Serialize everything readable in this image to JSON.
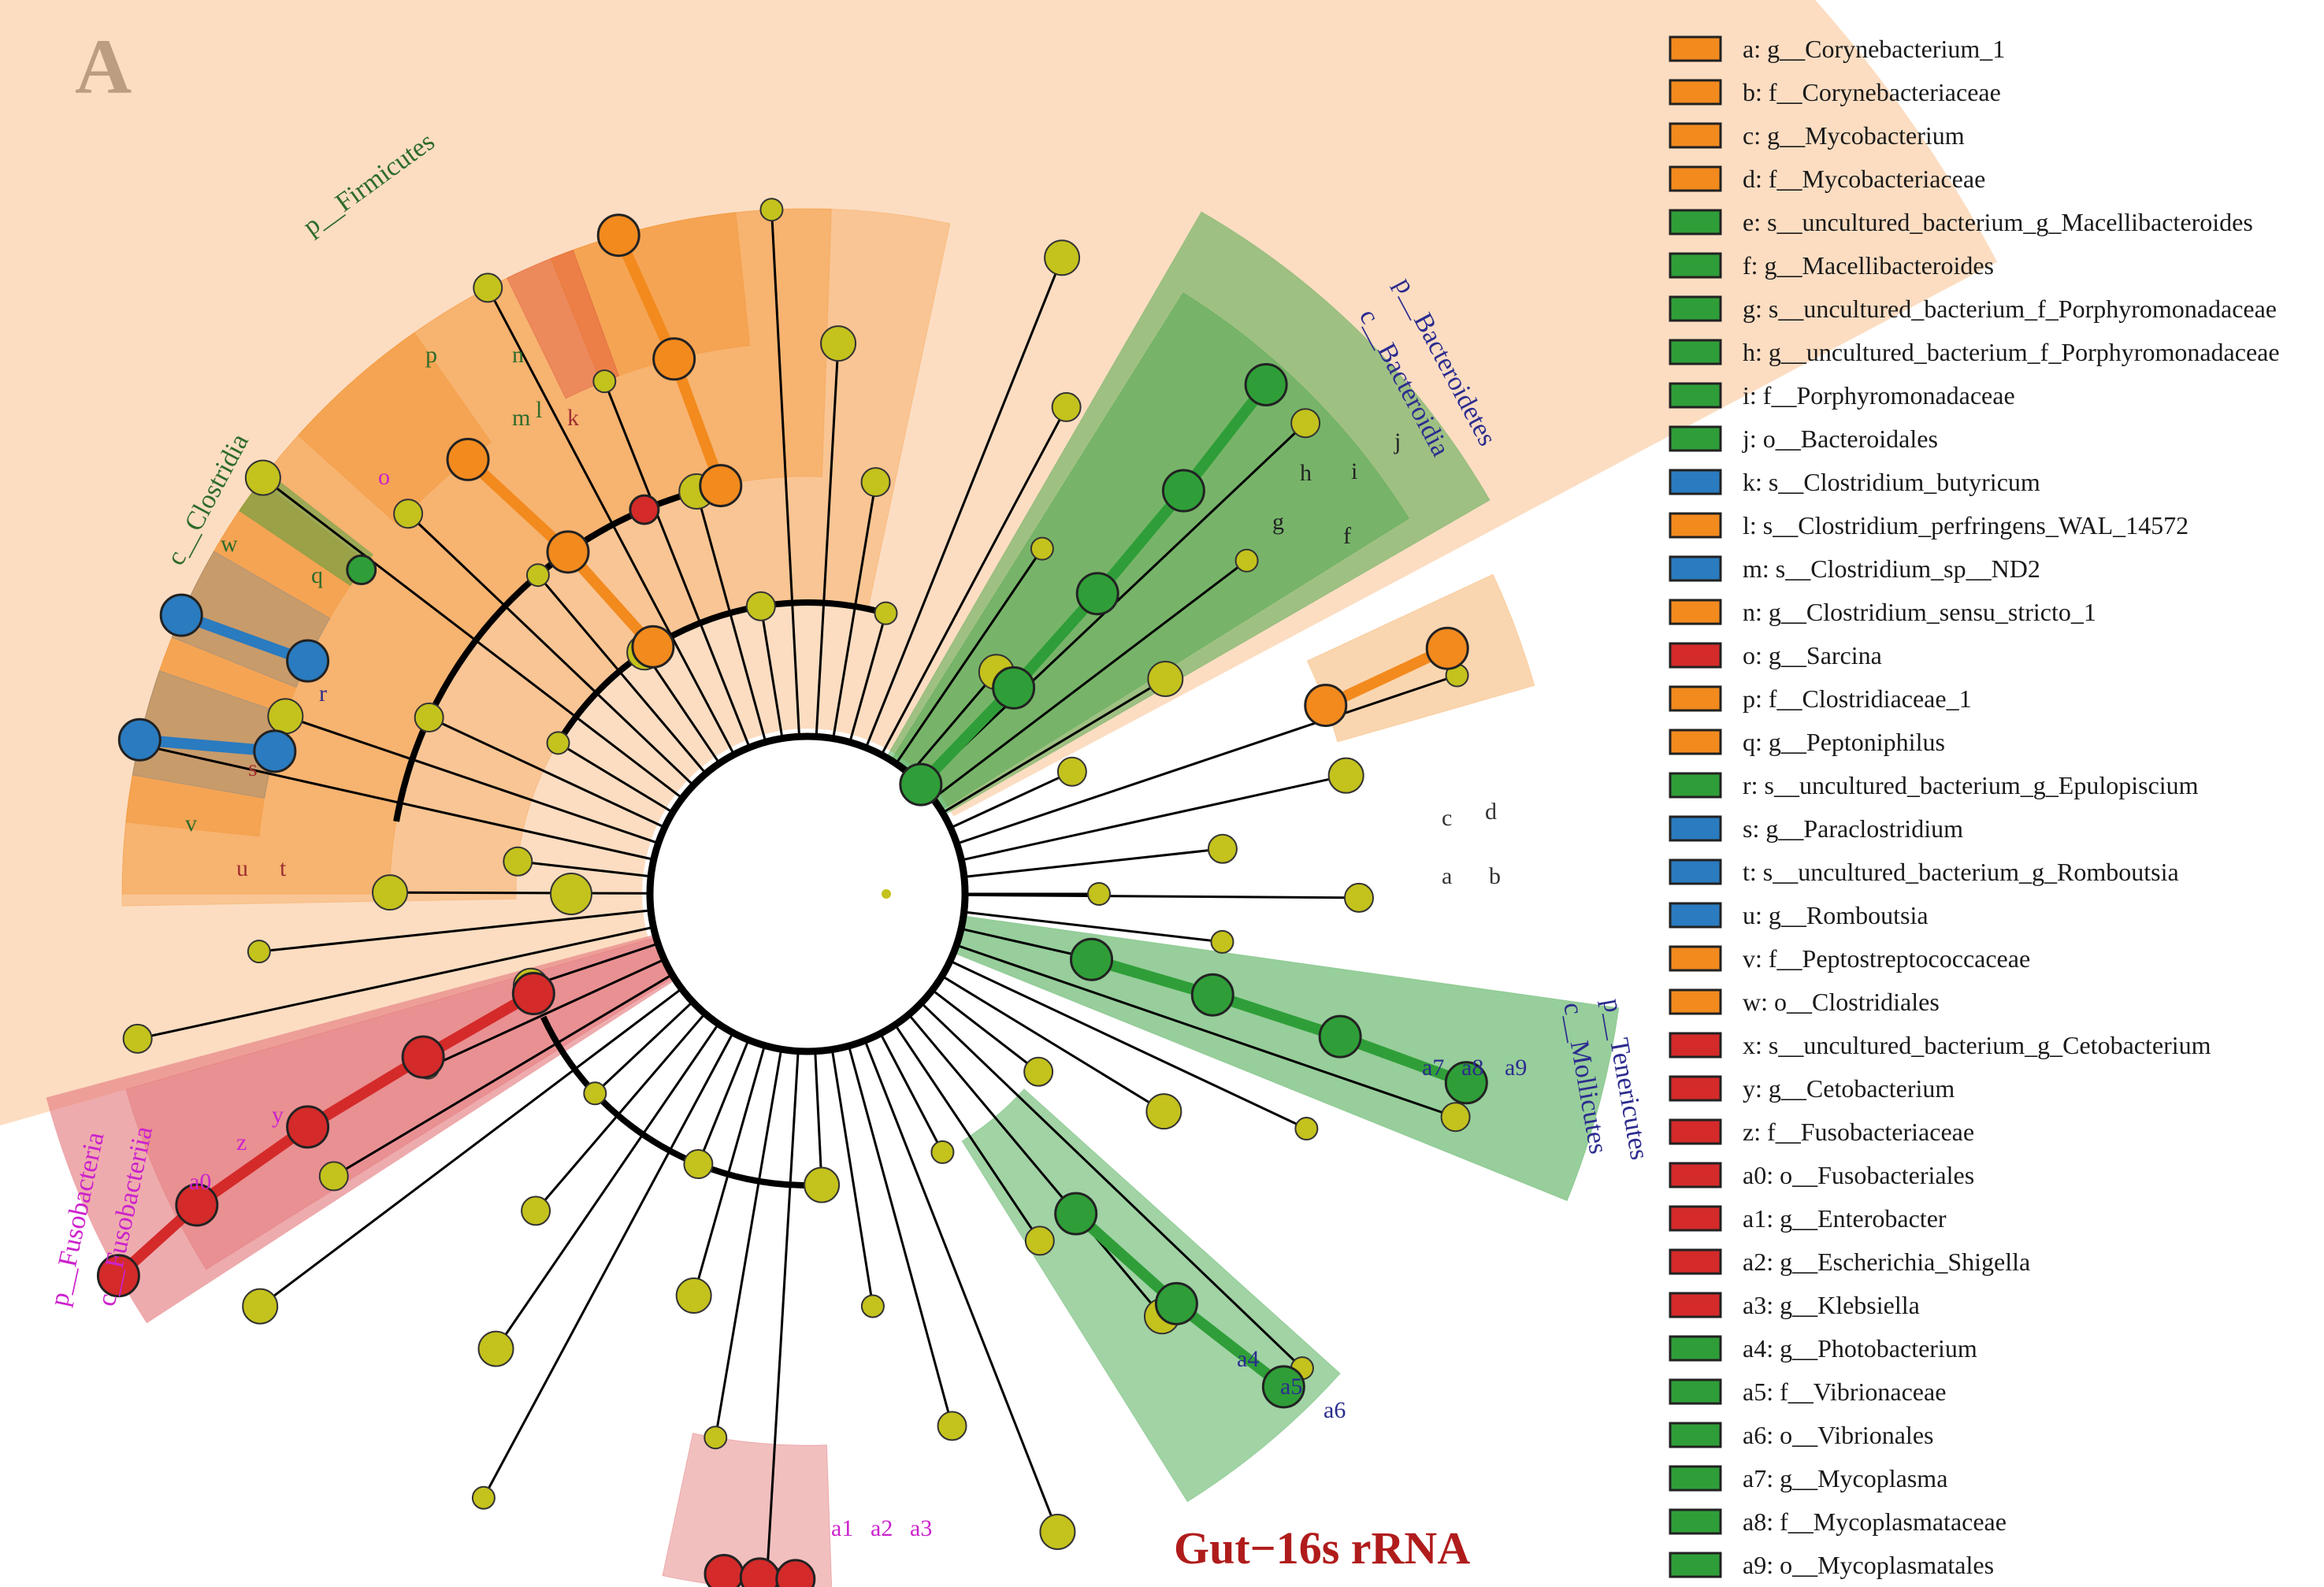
{
  "panel_letter": "A",
  "title": "Gut−16s rRNA",
  "colors": {
    "orange": "#f28a1e",
    "orange_light": "#fbd2ad",
    "green": "#2f9e38",
    "blue": "#2a7bbf",
    "red": "#d42a2a",
    "red_light": "#f3c3c8",
    "neutral_node": "#c4c21c",
    "firmicutes_text": "#2e6b2a",
    "bacteroidetes_text": "#2c2c8e",
    "fusobacteria_text": "#cc22cc"
  },
  "legend": [
    {
      "key": "a",
      "text": "a: g__Corynebacterium_1",
      "color": "orange"
    },
    {
      "key": "b",
      "text": "b: f__Corynebacteriaceae",
      "color": "orange"
    },
    {
      "key": "c",
      "text": "c: g__Mycobacterium",
      "color": "orange"
    },
    {
      "key": "d",
      "text": "d: f__Mycobacteriaceae",
      "color": "orange"
    },
    {
      "key": "e",
      "text": "e: s__uncultured_bacterium_g_Macellibacteroides",
      "color": "green"
    },
    {
      "key": "f",
      "text": "f: g__Macellibacteroides",
      "color": "green"
    },
    {
      "key": "g",
      "text": "g: s__uncultured_bacterium_f_Porphyromonadaceae",
      "color": "green"
    },
    {
      "key": "h",
      "text": "h: g__uncultured_bacterium_f_Porphyromonadaceae",
      "color": "green"
    },
    {
      "key": "i",
      "text": "i: f__Porphyromonadaceae",
      "color": "green"
    },
    {
      "key": "j",
      "text": "j: o__Bacteroidales",
      "color": "green"
    },
    {
      "key": "k",
      "text": "k: s__Clostridium_butyricum",
      "color": "blue"
    },
    {
      "key": "l",
      "text": "l: s__Clostridium_perfringens_WAL_14572",
      "color": "orange"
    },
    {
      "key": "m",
      "text": "m: s__Clostridium_sp__ND2",
      "color": "blue"
    },
    {
      "key": "n",
      "text": "n: g__Clostridium_sensu_stricto_1",
      "color": "orange"
    },
    {
      "key": "o",
      "text": "o: g__Sarcina",
      "color": "red"
    },
    {
      "key": "p",
      "text": "p: f__Clostridiaceae_1",
      "color": "orange"
    },
    {
      "key": "q",
      "text": "q: g__Peptoniphilus",
      "color": "orange"
    },
    {
      "key": "r",
      "text": "r: s__uncultured_bacterium_g_Epulopiscium",
      "color": "green"
    },
    {
      "key": "s",
      "text": "s: g__Paraclostridium",
      "color": "blue"
    },
    {
      "key": "t",
      "text": "t: s__uncultured_bacterium_g_Romboutsia",
      "color": "blue"
    },
    {
      "key": "u",
      "text": "u: g__Romboutsia",
      "color": "blue"
    },
    {
      "key": "v",
      "text": "v: f__Peptostreptococcaceae",
      "color": "orange"
    },
    {
      "key": "w",
      "text": "w: o__Clostridiales",
      "color": "orange"
    },
    {
      "key": "x",
      "text": "x: s__uncultured_bacterium_g_Cetobacterium",
      "color": "red"
    },
    {
      "key": "y",
      "text": "y: g__Cetobacterium",
      "color": "red"
    },
    {
      "key": "z",
      "text": "z: f__Fusobacteriaceae",
      "color": "red"
    },
    {
      "key": "a0",
      "text": "a0: o__Fusobacteriales",
      "color": "red"
    },
    {
      "key": "a1",
      "text": "a1: g__Enterobacter",
      "color": "red"
    },
    {
      "key": "a2",
      "text": "a2: g__Escherichia_Shigella",
      "color": "red"
    },
    {
      "key": "a3",
      "text": "a3: g__Klebsiella",
      "color": "red"
    },
    {
      "key": "a4",
      "text": "a4: g__Photobacterium",
      "color": "green"
    },
    {
      "key": "a5",
      "text": "a5: f__Vibrionaceae",
      "color": "green"
    },
    {
      "key": "a6",
      "text": "a6: o__Vibrionales",
      "color": "green"
    },
    {
      "key": "a7",
      "text": "a7: g__Mycoplasma",
      "color": "green"
    },
    {
      "key": "a8",
      "text": "a8: f__Mycoplasmataceae",
      "color": "green"
    },
    {
      "key": "a9",
      "text": "a9: o__Mycoplasmatales",
      "color": "green"
    }
  ],
  "taxa_labels": {
    "firmicutes": "p__Firmicutes",
    "clostridia": "c__Clostridia",
    "bacteroidetes": "p__Bacteroidetes",
    "bacteroidia": "c__Bacteroidia",
    "tenericutes": "p__Tenericutes",
    "mollicutes": "c__Mollicutes",
    "fusobacteria_p": "p__Fusobacteria",
    "fusobacteria_c": "c__Fusobacteriia"
  },
  "clade_letters": [
    "a",
    "b",
    "c",
    "d",
    "f",
    "g",
    "h",
    "i",
    "j",
    "k",
    "l",
    "m",
    "n",
    "o",
    "p",
    "q",
    "r",
    "s",
    "t",
    "u",
    "v",
    "w",
    "y",
    "z",
    "a0",
    "a1",
    "a2",
    "a3",
    "a4",
    "a5",
    "a6",
    "a7",
    "a8",
    "a9"
  ]
}
